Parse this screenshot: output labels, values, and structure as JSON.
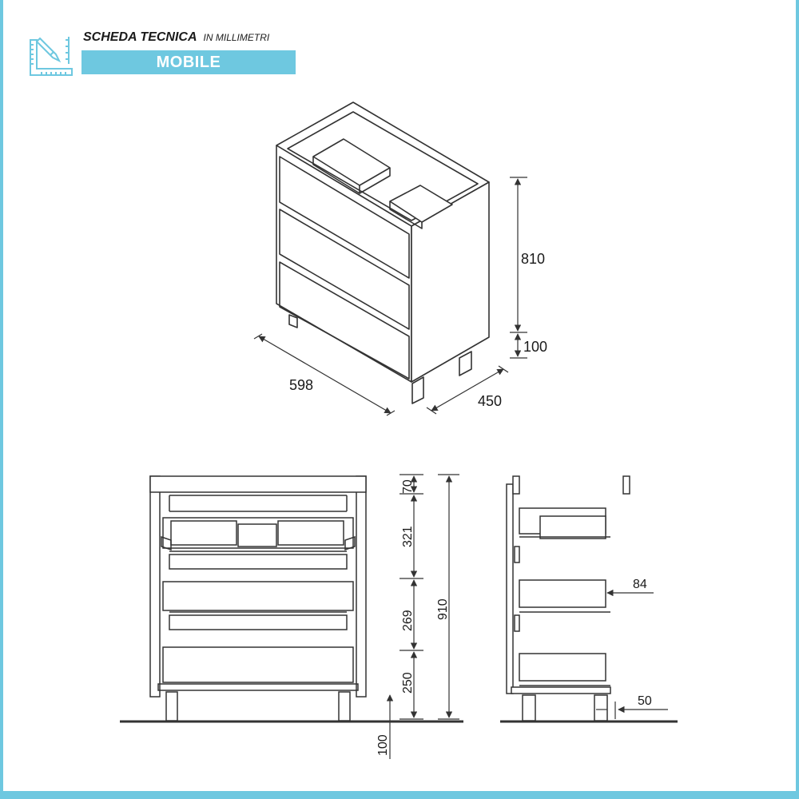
{
  "header": {
    "title": "SCHEDA TECNICA",
    "subtitle": "IN MILLIMETRI",
    "banner": "MOBILE"
  },
  "colors": {
    "accent": "#6ec8e0",
    "line": "#333333"
  },
  "iso_view": {
    "height_cabinet": "810",
    "height_legs": "100",
    "width": "598",
    "depth": "450"
  },
  "front_view": {
    "dims": [
      "70",
      "321",
      "269",
      "250"
    ],
    "total": "910",
    "legs": "100"
  },
  "side_view": {
    "drawer_offset": "84",
    "leg_offset": "50"
  }
}
